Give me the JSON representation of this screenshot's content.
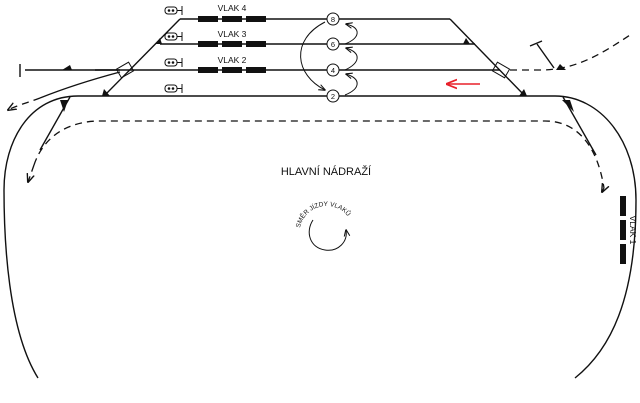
{
  "station_name": "HLAVNÍ NÁDRAŽÍ",
  "direction_label": "SMĚR JÍZDY VLAKŮ",
  "trains": [
    {
      "label": "VLAK 4"
    },
    {
      "label": "VLAK 3"
    },
    {
      "label": "VLAK 2"
    },
    {
      "label": "VLAK 1"
    }
  ],
  "tracks": [
    {
      "number": "8"
    },
    {
      "number": "6"
    },
    {
      "number": "4"
    },
    {
      "number": "2"
    }
  ],
  "colors": {
    "line": "#111111",
    "arrow_red": "#e8202a"
  }
}
